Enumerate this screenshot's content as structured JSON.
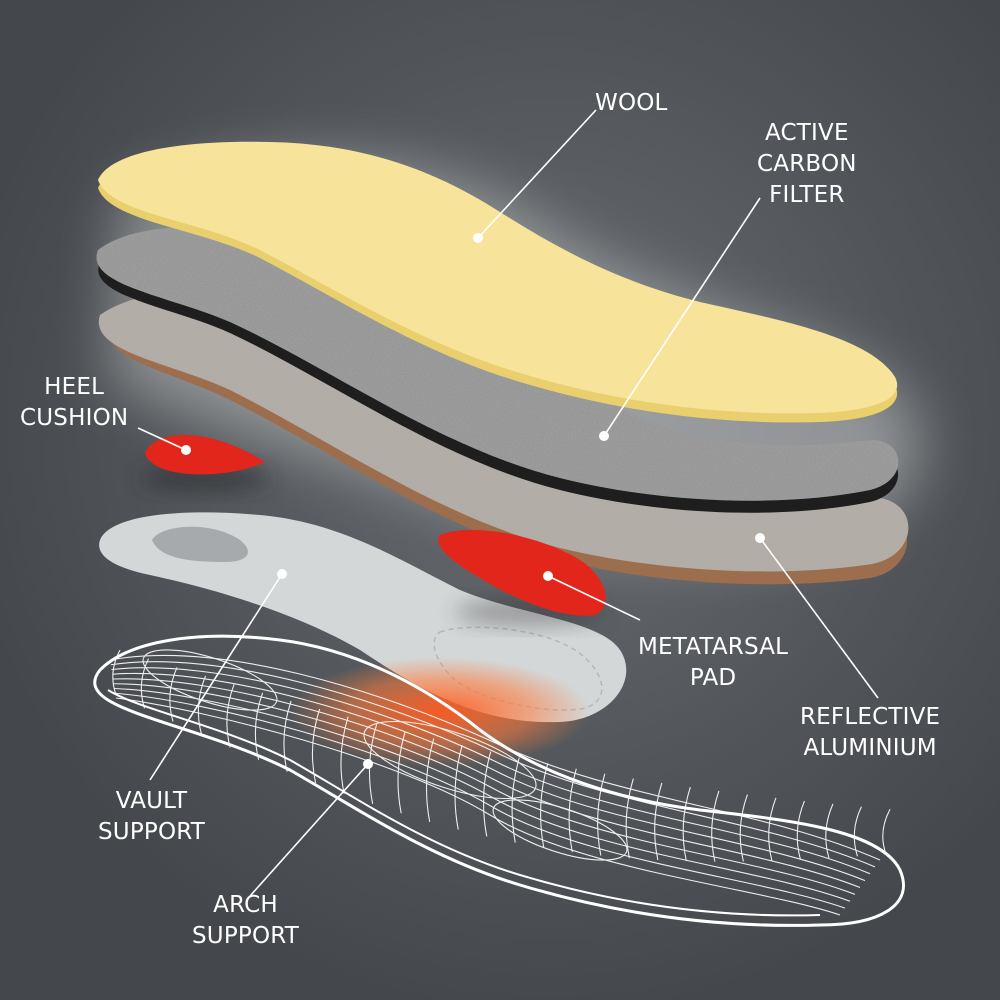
{
  "labels": {
    "wool": [
      "WOOL"
    ],
    "active_carbon_filter": [
      "ACTIVE",
      "CARBON",
      "FILTER"
    ],
    "heel_cushion": [
      "HEEL",
      "CUSHION"
    ],
    "metatarsal_pad": [
      "METATARSAL",
      "PAD"
    ],
    "reflective_aluminium": [
      "REFLECTIVE",
      "ALUMINIUM"
    ],
    "vault_support": [
      "VAULT",
      "SUPPORT"
    ],
    "arch_support": [
      "ARCH",
      "SUPPORT"
    ]
  },
  "colors": {
    "background": "#4a4e52",
    "wool": "#f7e49a",
    "carbon": "#8f8f8f",
    "carbon_edge": "#1e1e1e",
    "aluminium": "#b2aaa3",
    "aluminium_edge": "#9c6e4e",
    "vault": "#d4d7d7",
    "pad_red": "#e3261c",
    "mesh_line": "#ffffff",
    "mesh_highlight": "#ff6a2a",
    "leader_line": "#ffffff"
  }
}
